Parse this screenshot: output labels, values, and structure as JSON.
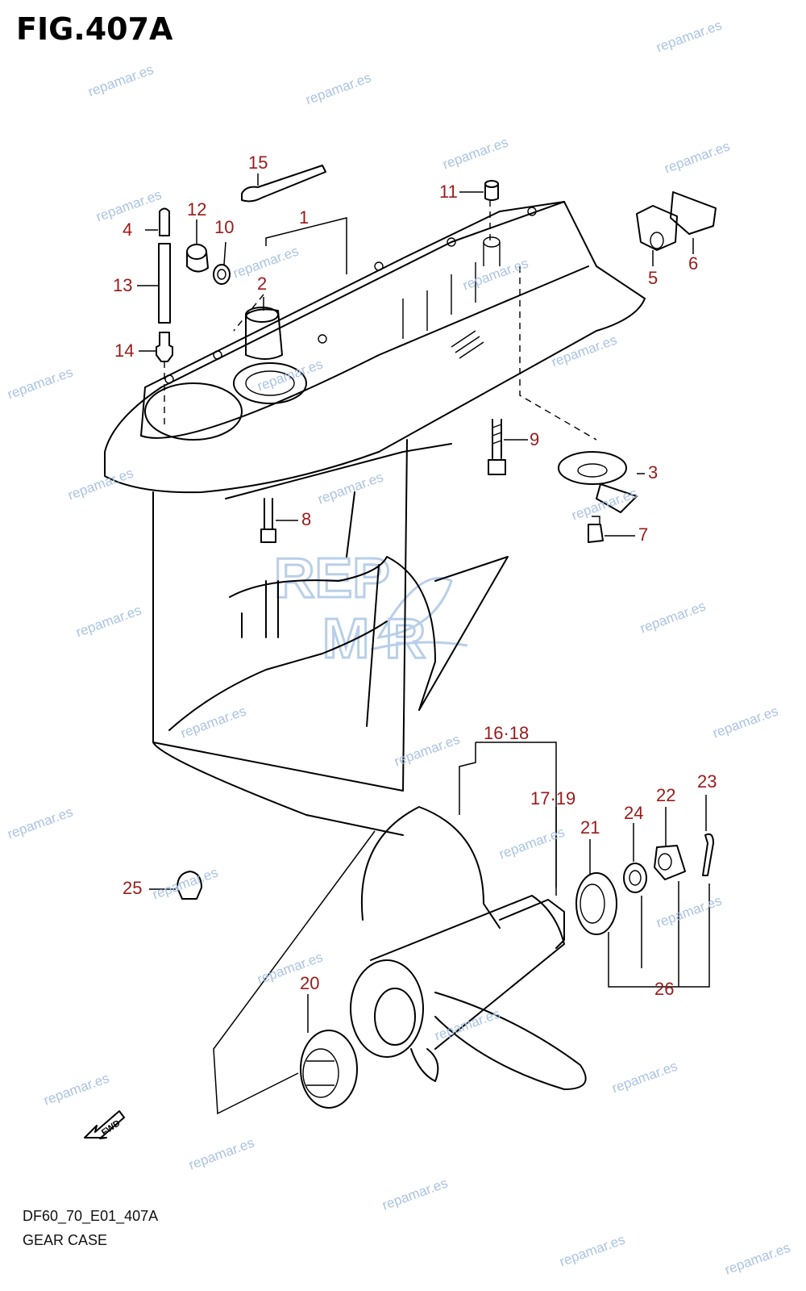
{
  "figure": {
    "title": "FIG.407A",
    "code": "DF60_70_E01_407A",
    "caption": "GEAR CASE"
  },
  "callouts": [
    {
      "id": "c1",
      "text": "1"
    },
    {
      "id": "c2",
      "text": "2"
    },
    {
      "id": "c3",
      "text": "3"
    },
    {
      "id": "c4",
      "text": "4"
    },
    {
      "id": "c5",
      "text": "5"
    },
    {
      "id": "c6",
      "text": "6"
    },
    {
      "id": "c7",
      "text": "7"
    },
    {
      "id": "c8",
      "text": "8"
    },
    {
      "id": "c9",
      "text": "9"
    },
    {
      "id": "c10",
      "text": "10"
    },
    {
      "id": "c11",
      "text": "11"
    },
    {
      "id": "c12",
      "text": "12"
    },
    {
      "id": "c13",
      "text": "13"
    },
    {
      "id": "c14",
      "text": "14"
    },
    {
      "id": "c15",
      "text": "15"
    },
    {
      "id": "c16",
      "text": "16·18"
    },
    {
      "id": "c17",
      "text": "17·19"
    },
    {
      "id": "c20",
      "text": "20"
    },
    {
      "id": "c21",
      "text": "21"
    },
    {
      "id": "c22",
      "text": "22"
    },
    {
      "id": "c23",
      "text": "23"
    },
    {
      "id": "c24",
      "text": "24"
    },
    {
      "id": "c25",
      "text": "25"
    },
    {
      "id": "c26",
      "text": "26"
    }
  ],
  "direction_arrow": {
    "label": "FWD"
  },
  "watermark": {
    "text": "repamar.es",
    "logo_top": "REP",
    "logo_bottom": "M R"
  },
  "colors": {
    "callout": "#9a1a1a",
    "watermark": "#a9c3e3",
    "line": "#000000"
  }
}
